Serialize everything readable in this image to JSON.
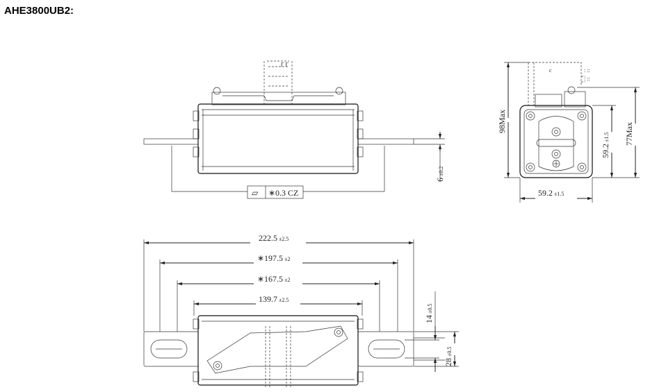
{
  "title": "AHE3800UB2:",
  "front_view": {
    "flatness_symbol": "▱",
    "flatness": "∗0.3 CZ",
    "thickness_value": "6",
    "thickness_tol": "±0.2"
  },
  "side_view": {
    "height_max": "98Max",
    "inner_height_value": "59.2",
    "inner_height_tol": "±1.5",
    "body_height_max": "77Max",
    "width_value": "59.2",
    "width_tol": "±1.5"
  },
  "top_view": {
    "overall_value": "222.5",
    "overall_tol": "±2.5",
    "mount_outer_value": "∗197.5",
    "mount_outer_tol": "±2",
    "mount_inner_value": "∗167.5",
    "mount_inner_tol": "±2",
    "body_value": "139.7",
    "body_tol": "±2.5",
    "slot_width_value": "14",
    "slot_width_tol": "±0.5",
    "blade_width_value": "28",
    "blade_width_tol": "±0.5"
  }
}
